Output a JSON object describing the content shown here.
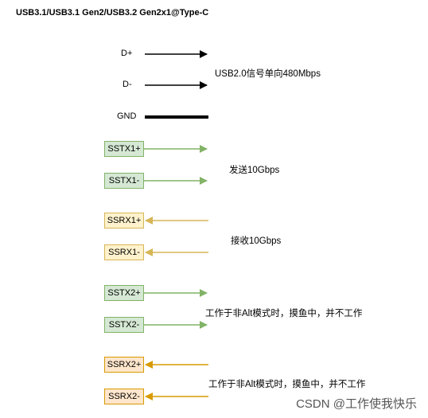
{
  "title": "USB3.1/USB3.1 Gen2/USB3.2 Gen2x1@Type-C",
  "usb2": {
    "dplus": "D+",
    "dminus": "D-",
    "gnd": "GND",
    "note": "USB2.0信号单向480Mbps"
  },
  "signals": {
    "sstx1p": "SSTX1+",
    "sstx1n": "SSTX1-",
    "ssrx1p": "SSRX1+",
    "ssrx1n": "SSRX1-",
    "sstx2p": "SSTX2+",
    "sstx2n": "SSTX2-",
    "ssrx2p": "SSRX2+",
    "ssrx2n": "SSRX2-"
  },
  "notes": {
    "tx1": "发送10Gbps",
    "rx1": "接收10Gbps",
    "tx2": "工作于非Alt模式时，摸鱼中，并不工作",
    "rx2": "工作于非Alt模式时，摸鱼中，并不工作"
  },
  "watermark": "CSDN @工作使我快乐",
  "colors": {
    "black": "#000000",
    "green": "#82b366",
    "yellow": "#d6b656",
    "orange": "#d79b00"
  }
}
